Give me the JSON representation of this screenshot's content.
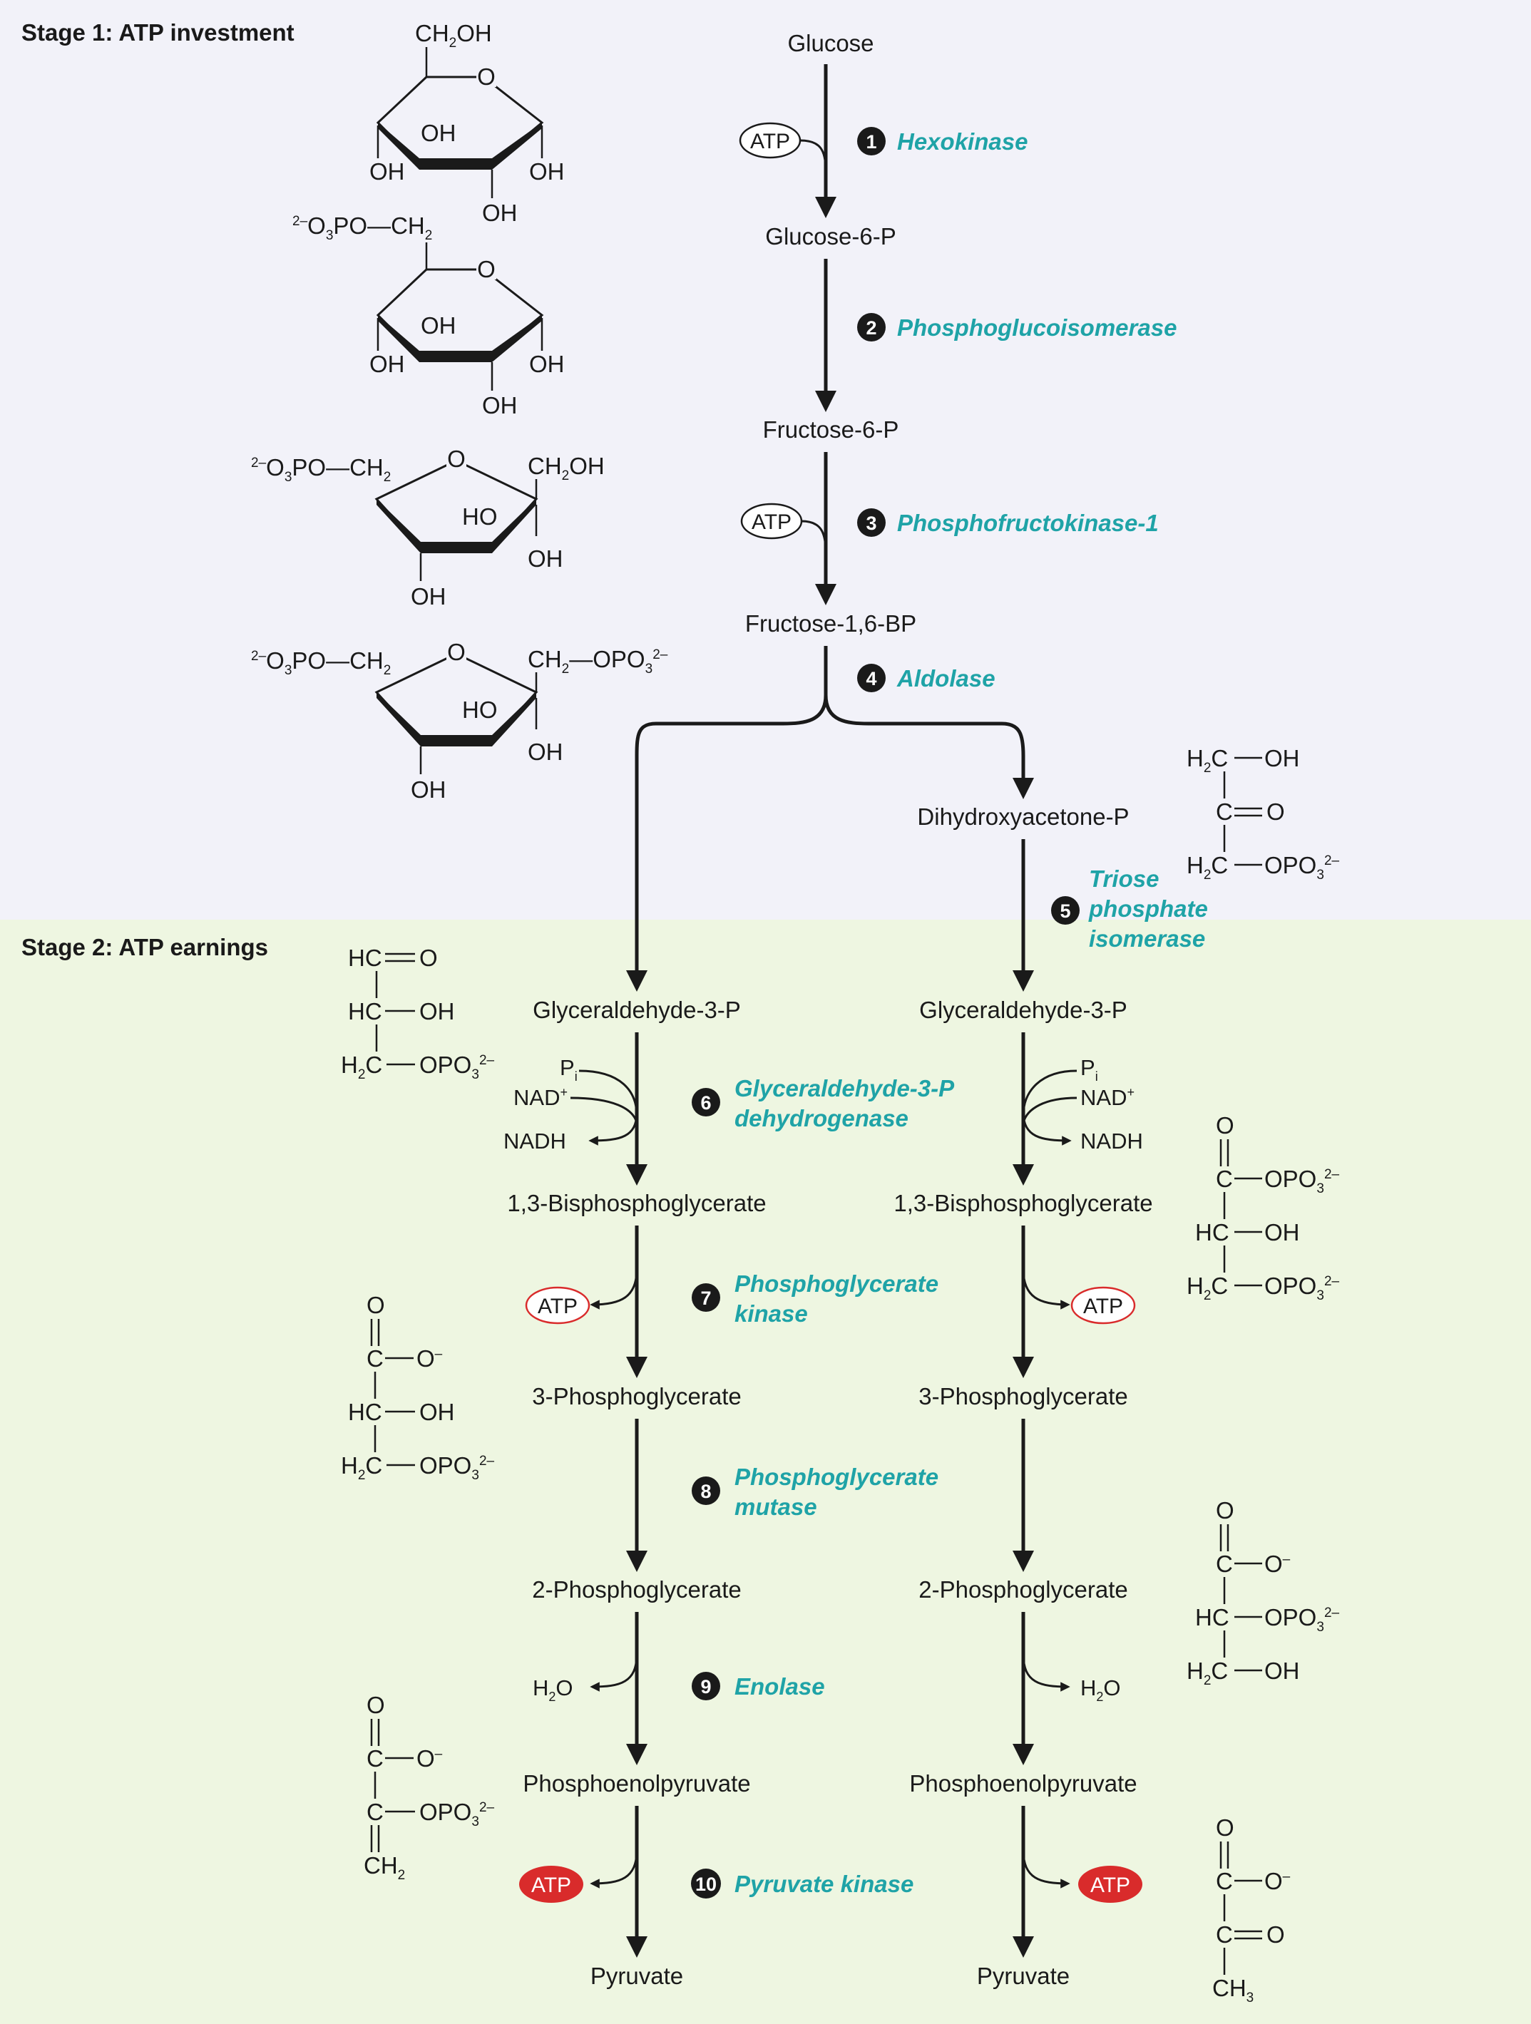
{
  "stages": {
    "stage1_title": "Stage 1: ATP investment",
    "stage2_title": "Stage 2: ATP earnings"
  },
  "colors": {
    "stage1_bg": "#f2f2f9",
    "stage2_bg": "#eef6e1",
    "enzyme_text": "#1fa3a7",
    "atp_red": "#d92b2b"
  },
  "metabolites": {
    "glucose": "Glucose",
    "g6p": "Glucose-6-P",
    "f6p": "Fructose-6-P",
    "fbp": "Fructose-1,6-BP",
    "dhap": "Dihydroxyacetone-P",
    "gap_left": "Glyceraldehyde-3-P",
    "gap_right": "Glyceraldehyde-3-P",
    "bpg_left": "1,3-Bisphosphoglycerate",
    "bpg_right": "1,3-Bisphosphoglycerate",
    "pg3_left": "3-Phosphoglycerate",
    "pg3_right": "3-Phosphoglycerate",
    "pg2_left": "2-Phosphoglycerate",
    "pg2_right": "2-Phosphoglycerate",
    "pep_left": "Phosphoenolpyruvate",
    "pep_right": "Phosphoenolpyruvate",
    "pyr_left": "Pyruvate",
    "pyr_right": "Pyruvate"
  },
  "steps": [
    {
      "num": "1",
      "enzyme": "Hexokinase"
    },
    {
      "num": "2",
      "enzyme": "Phosphoglucoisomerase"
    },
    {
      "num": "3",
      "enzyme": "Phosphofructokinase-1"
    },
    {
      "num": "4",
      "enzyme": "Aldolase"
    },
    {
      "num": "5",
      "enzyme_lines": [
        "Triose",
        "phosphate",
        "isomerase"
      ]
    },
    {
      "num": "6",
      "enzyme_lines": [
        "Glyceraldehyde-3-P",
        "dehydrogenase"
      ]
    },
    {
      "num": "7",
      "enzyme_lines": [
        "Phosphoglycerate",
        "kinase"
      ]
    },
    {
      "num": "8",
      "enzyme_lines": [
        "Phosphoglycerate",
        "mutase"
      ]
    },
    {
      "num": "9",
      "enzyme": "Enolase"
    },
    {
      "num": "10",
      "enzyme": "Pyruvate kinase"
    }
  ],
  "cofactors": {
    "atp": "ATP",
    "pi": "P",
    "pi_sub": "i",
    "nad": "NAD",
    "nad_sup": "+",
    "nadh": "NADH",
    "water_h": "H",
    "water_sub": "2",
    "water_o": "O"
  },
  "chem_labels": {
    "oh": "OH",
    "ho": "HO",
    "ring_o": "O",
    "ch": "CH",
    "two": "2",
    "three": "3",
    "ch2_tail": "OH",
    "phos_prefix_sup": "2–",
    "phos_prefix_o": "O",
    "phos_prefix_po": "PO",
    "phos_dash": "—",
    "opo": "OPO",
    "sup_2minus": "2–",
    "hc": "HC",
    "h": "H",
    "c": "C",
    "o": "O",
    "o_minus_sup": "–",
    "ch3_c": "CH"
  }
}
